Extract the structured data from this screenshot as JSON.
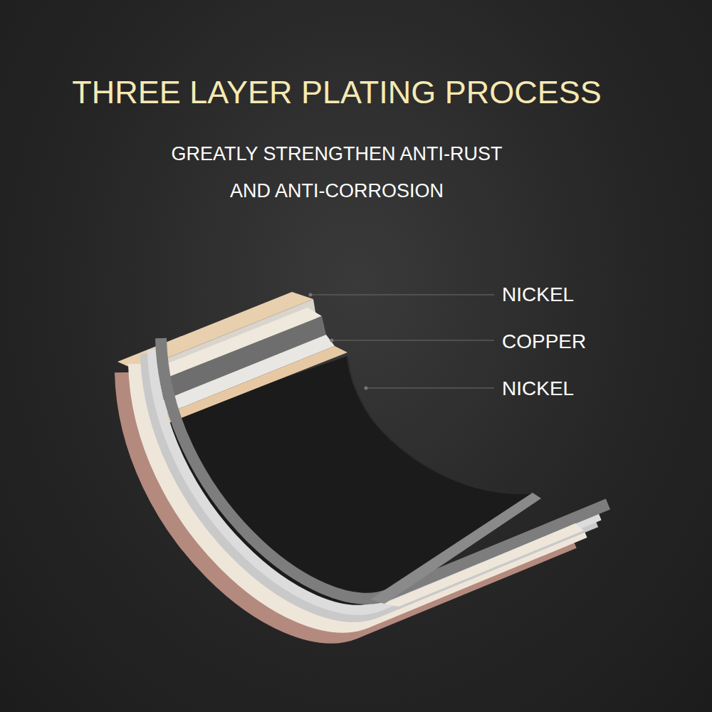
{
  "diagram": {
    "title": "THREE LAYER PLATING PROCESS",
    "labels": [
      "GREATLY STRENGTHEN ANTI-RUST AND ANTI-CORROSION",
      "NICKEL",
      "COPPER",
      "NICKEL"
    ]
  }
}
